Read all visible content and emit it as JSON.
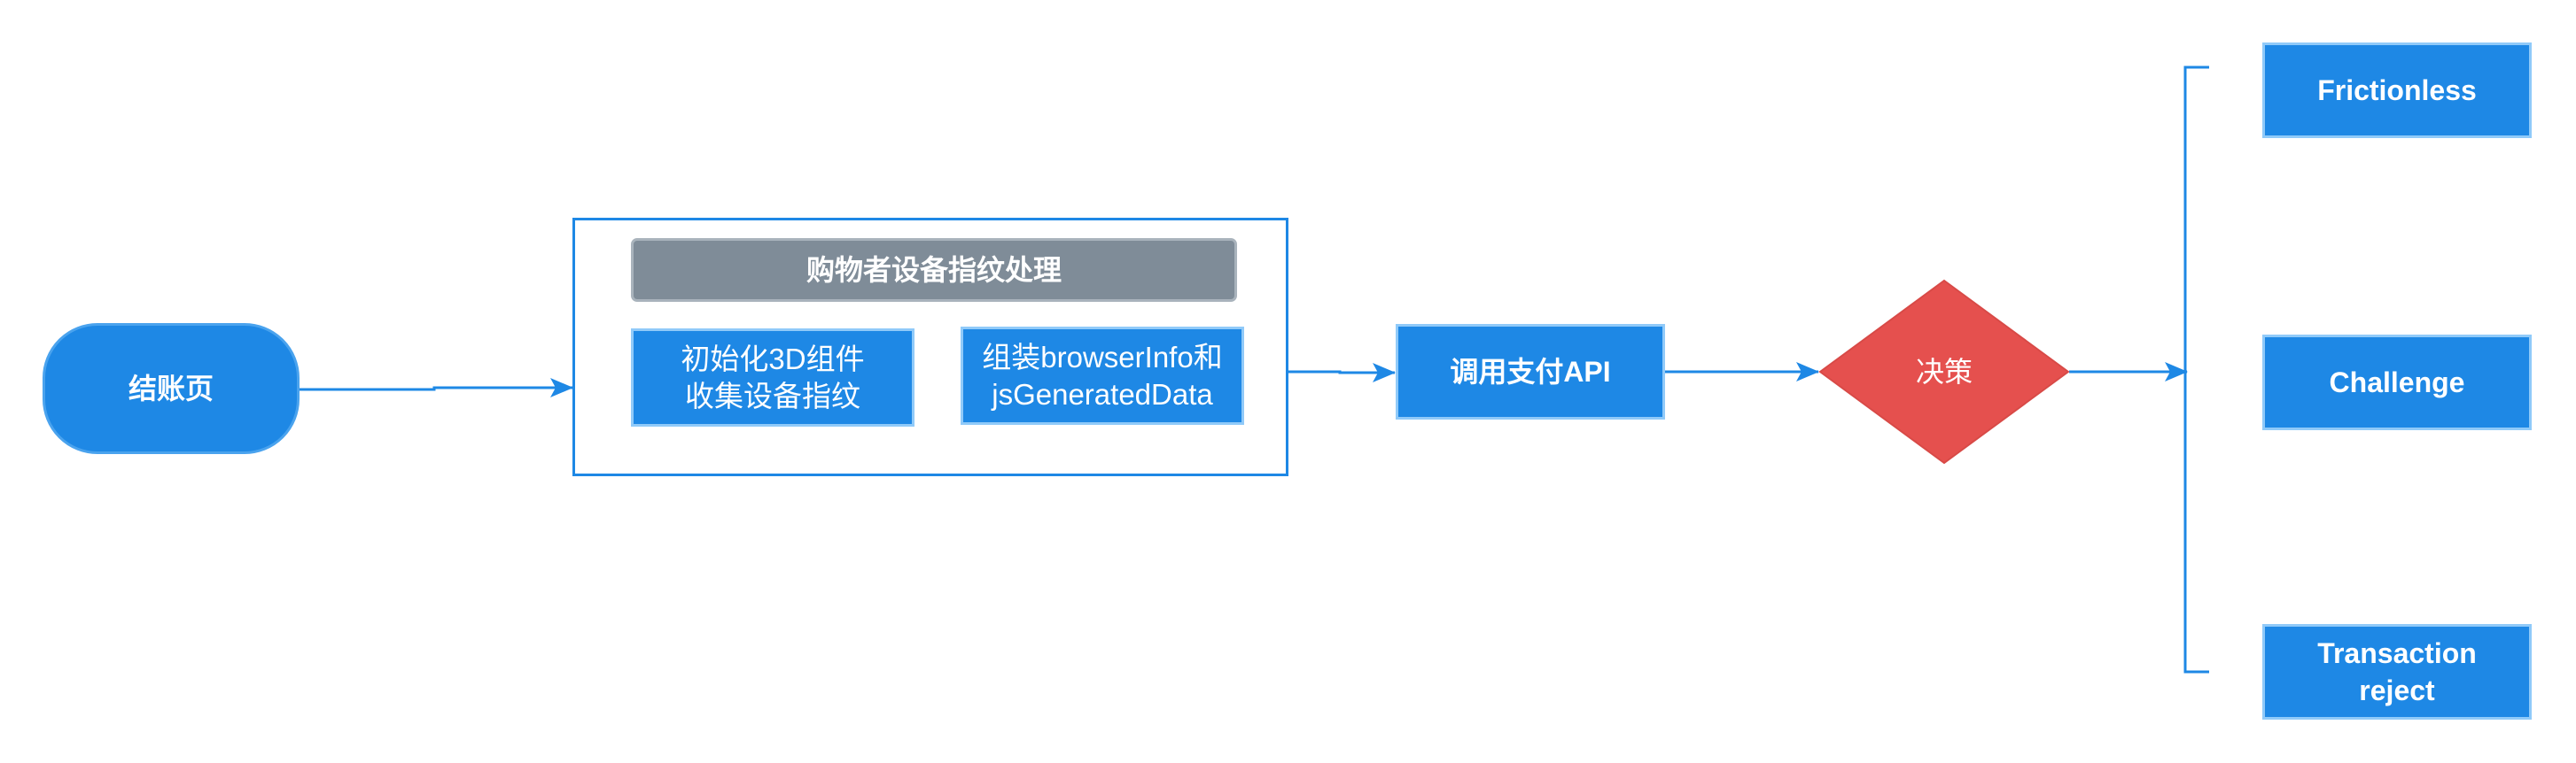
{
  "diagram": {
    "start": {
      "label": "结账页"
    },
    "fingerprint_group": {
      "title": "购物者设备指纹处理",
      "step1": "初始化3D组件\n收集设备指纹",
      "step2": "组装browserInfo和\njsGeneratedData"
    },
    "call_api": {
      "label": "调用支付API"
    },
    "decision": {
      "label": "决策"
    },
    "outcomes": [
      {
        "label": "Frictionless"
      },
      {
        "label": "Challenge"
      },
      {
        "label": "Transaction\nreject"
      }
    ]
  },
  "colors": {
    "primary_blue": "#1e88e5",
    "border_blue": "#90caf9",
    "group_header_gray": "#7f8c98",
    "decision_red": "#e5504e",
    "connector_dark": "#333333"
  }
}
